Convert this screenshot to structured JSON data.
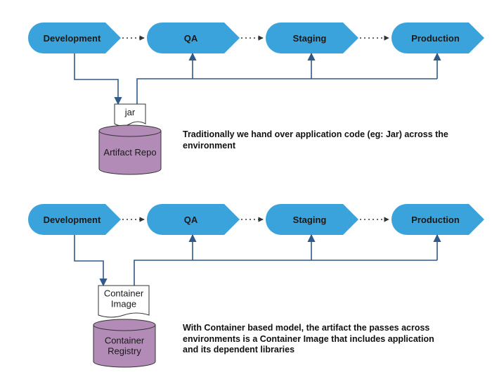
{
  "colors": {
    "stage_fill": "#3BA3DB",
    "connector": "#2F5A8A",
    "dotted": "#333333",
    "repo_fill": "#B28BB6"
  },
  "diagrams": [
    {
      "stages": [
        "Development",
        "QA",
        "Staging",
        "Production"
      ],
      "artifact_label_lines": [
        "jar"
      ],
      "repo_label_lines": [
        "Artifact Repo"
      ],
      "note_lines": [
        "Traditionally we hand over application code (eg: Jar) across the",
        "environment"
      ]
    },
    {
      "stages": [
        "Development",
        "QA",
        "Staging",
        "Production"
      ],
      "artifact_label_lines": [
        "Container",
        "Image"
      ],
      "repo_label_lines": [
        "Container",
        "Registry"
      ],
      "note_lines": [
        "With Container based model, the artifact the passes across",
        "environments is a Container Image that includes application",
        "and its dependent libraries"
      ]
    }
  ]
}
